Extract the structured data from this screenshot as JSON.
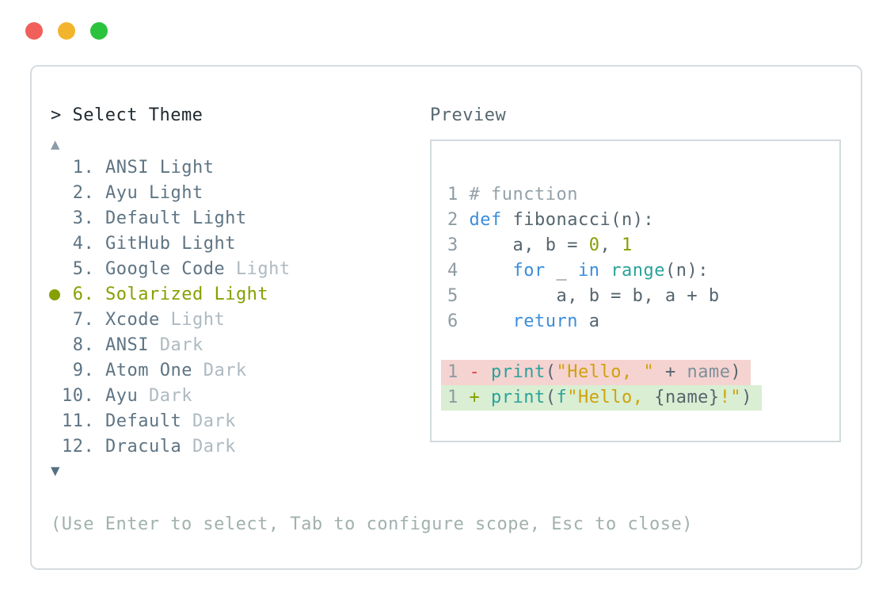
{
  "window": {
    "traffic_lights": [
      {
        "name": "close",
        "color": "#f15f5a"
      },
      {
        "name": "minimize",
        "color": "#f3b42d"
      },
      {
        "name": "maximize",
        "color": "#2bc33e"
      }
    ],
    "prompt": "> Select Theme",
    "scroll_up_icon": "▲",
    "scroll_down_icon": "▼",
    "help_text": "(Use Enter to select, Tab to configure scope, Esc to close)"
  },
  "theme_list": {
    "selected_marker": "●",
    "items": [
      {
        "number": 1,
        "name": "ANSI",
        "variant": "Light",
        "variant_muted": false,
        "selected": false
      },
      {
        "number": 2,
        "name": "Ayu",
        "variant": "Light",
        "variant_muted": false,
        "selected": false
      },
      {
        "number": 3,
        "name": "Default",
        "variant": "Light",
        "variant_muted": false,
        "selected": false
      },
      {
        "number": 4,
        "name": "GitHub",
        "variant": "Light",
        "variant_muted": false,
        "selected": false
      },
      {
        "number": 5,
        "name": "Google Code",
        "variant": "Light",
        "variant_muted": true,
        "selected": false
      },
      {
        "number": 6,
        "name": "Solarized",
        "variant": "Light",
        "variant_muted": false,
        "selected": true
      },
      {
        "number": 7,
        "name": "Xcode",
        "variant": "Light",
        "variant_muted": true,
        "selected": false
      },
      {
        "number": 8,
        "name": "ANSI",
        "variant": "Dark",
        "variant_muted": true,
        "selected": false
      },
      {
        "number": 9,
        "name": "Atom One",
        "variant": "Dark",
        "variant_muted": true,
        "selected": false
      },
      {
        "number": 10,
        "name": "Ayu",
        "variant": "Dark",
        "variant_muted": true,
        "selected": false
      },
      {
        "number": 11,
        "name": "Default",
        "variant": "Dark",
        "variant_muted": true,
        "selected": false
      },
      {
        "number": 12,
        "name": "Dracula",
        "variant": "Dark",
        "variant_muted": true,
        "selected": false
      }
    ]
  },
  "preview": {
    "label": "Preview",
    "code_lines": [
      {
        "num": "1",
        "tokens": [
          [
            "comment",
            "# function"
          ]
        ]
      },
      {
        "num": "2",
        "tokens": [
          [
            "keyword",
            "def"
          ],
          [
            "plain",
            " fibonacci(n):"
          ]
        ]
      },
      {
        "num": "3",
        "tokens": [
          [
            "plain",
            "    a, b = "
          ],
          [
            "number",
            "0"
          ],
          [
            "plain",
            ", "
          ],
          [
            "number",
            "1"
          ]
        ]
      },
      {
        "num": "4",
        "tokens": [
          [
            "plain",
            "    "
          ],
          [
            "keyword",
            "for"
          ],
          [
            "plain",
            " _ "
          ],
          [
            "keyword",
            "in"
          ],
          [
            "plain",
            " "
          ],
          [
            "builtin",
            "range"
          ],
          [
            "plain",
            "(n):"
          ]
        ]
      },
      {
        "num": "5",
        "tokens": [
          [
            "plain",
            "        a, b = b, a + b"
          ]
        ]
      },
      {
        "num": "6",
        "tokens": [
          [
            "plain",
            "    "
          ],
          [
            "keyword",
            "return"
          ],
          [
            "plain",
            " a"
          ]
        ]
      }
    ],
    "diff_lines": [
      {
        "num": "1",
        "kind": "removed",
        "tokens": [
          [
            "removed_sign",
            "- "
          ],
          [
            "builtin",
            "print"
          ],
          [
            "plain",
            "("
          ],
          [
            "string",
            "\"Hello, \""
          ],
          [
            "plain",
            " + "
          ],
          [
            "variable",
            "name"
          ],
          [
            "plain",
            ")"
          ]
        ]
      },
      {
        "num": "1",
        "kind": "added",
        "tokens": [
          [
            "added_sign",
            "+ "
          ],
          [
            "builtin",
            "print"
          ],
          [
            "plain",
            "("
          ],
          [
            "builtin",
            "f"
          ],
          [
            "string",
            "\"Hello, "
          ],
          [
            "plain",
            "{name}"
          ],
          [
            "string",
            "!\""
          ],
          [
            "plain",
            ")"
          ]
        ]
      }
    ]
  },
  "colors": {
    "prompt_text": "#20292f",
    "preview_label": "#566770",
    "help_text": "#a1b1ae",
    "arrow_up": "#8d9ba6",
    "arrow_down": "#537180",
    "list_primary": "#5e7483",
    "list_muted": "#adbac1",
    "selected": "#85a000",
    "line_number": "#8d9ba3",
    "comment": "#93a1a8",
    "keyword": "#3b8ddd",
    "plain": "#55656e",
    "number": "#85a000",
    "builtin": "#2ba29a",
    "string": "#cfa20c",
    "variable": "#7e909b",
    "removed_sign": "#e0463f",
    "added_sign": "#85a000",
    "removed_bg": "#f5d3d0",
    "added_bg": "#d9eed2"
  }
}
